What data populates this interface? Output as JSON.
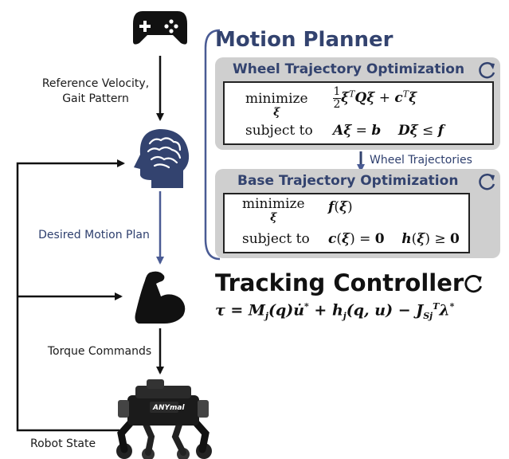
{
  "icons": {
    "gamepad": "gamepad-icon",
    "brain_head": "brain-head-icon",
    "muscle_arm": "flexed-arm-icon",
    "robot": "quadruped-robot-image",
    "refresh": "refresh-icon"
  },
  "colors": {
    "accent_blue": "#33436f",
    "arrow_blue": "#4a5b94",
    "panel_gray": "#cfcfcf",
    "black": "#111111"
  },
  "labels": {
    "reference_line1": "Reference Velocity,",
    "reference_line2": "Gait Pattern",
    "desired_motion_plan": "Desired Motion Plan",
    "torque_commands": "Torque Commands",
    "robot_state": "Robot State",
    "wheel_trajectories": "Wheel Trajectories"
  },
  "motion_planner": {
    "title": "Motion Planner",
    "wheel_opt": {
      "title": "Wheel Trajectory Optimization",
      "minimize": "minimize",
      "subject_to": "subject to"
    },
    "base_opt": {
      "title": "Base Trajectory Optimization",
      "minimize": "minimize",
      "subject_to": "subject to"
    }
  },
  "tracking_controller": {
    "title": "Tracking Controller"
  },
  "robot": {
    "logo_text": "ANYmal"
  }
}
